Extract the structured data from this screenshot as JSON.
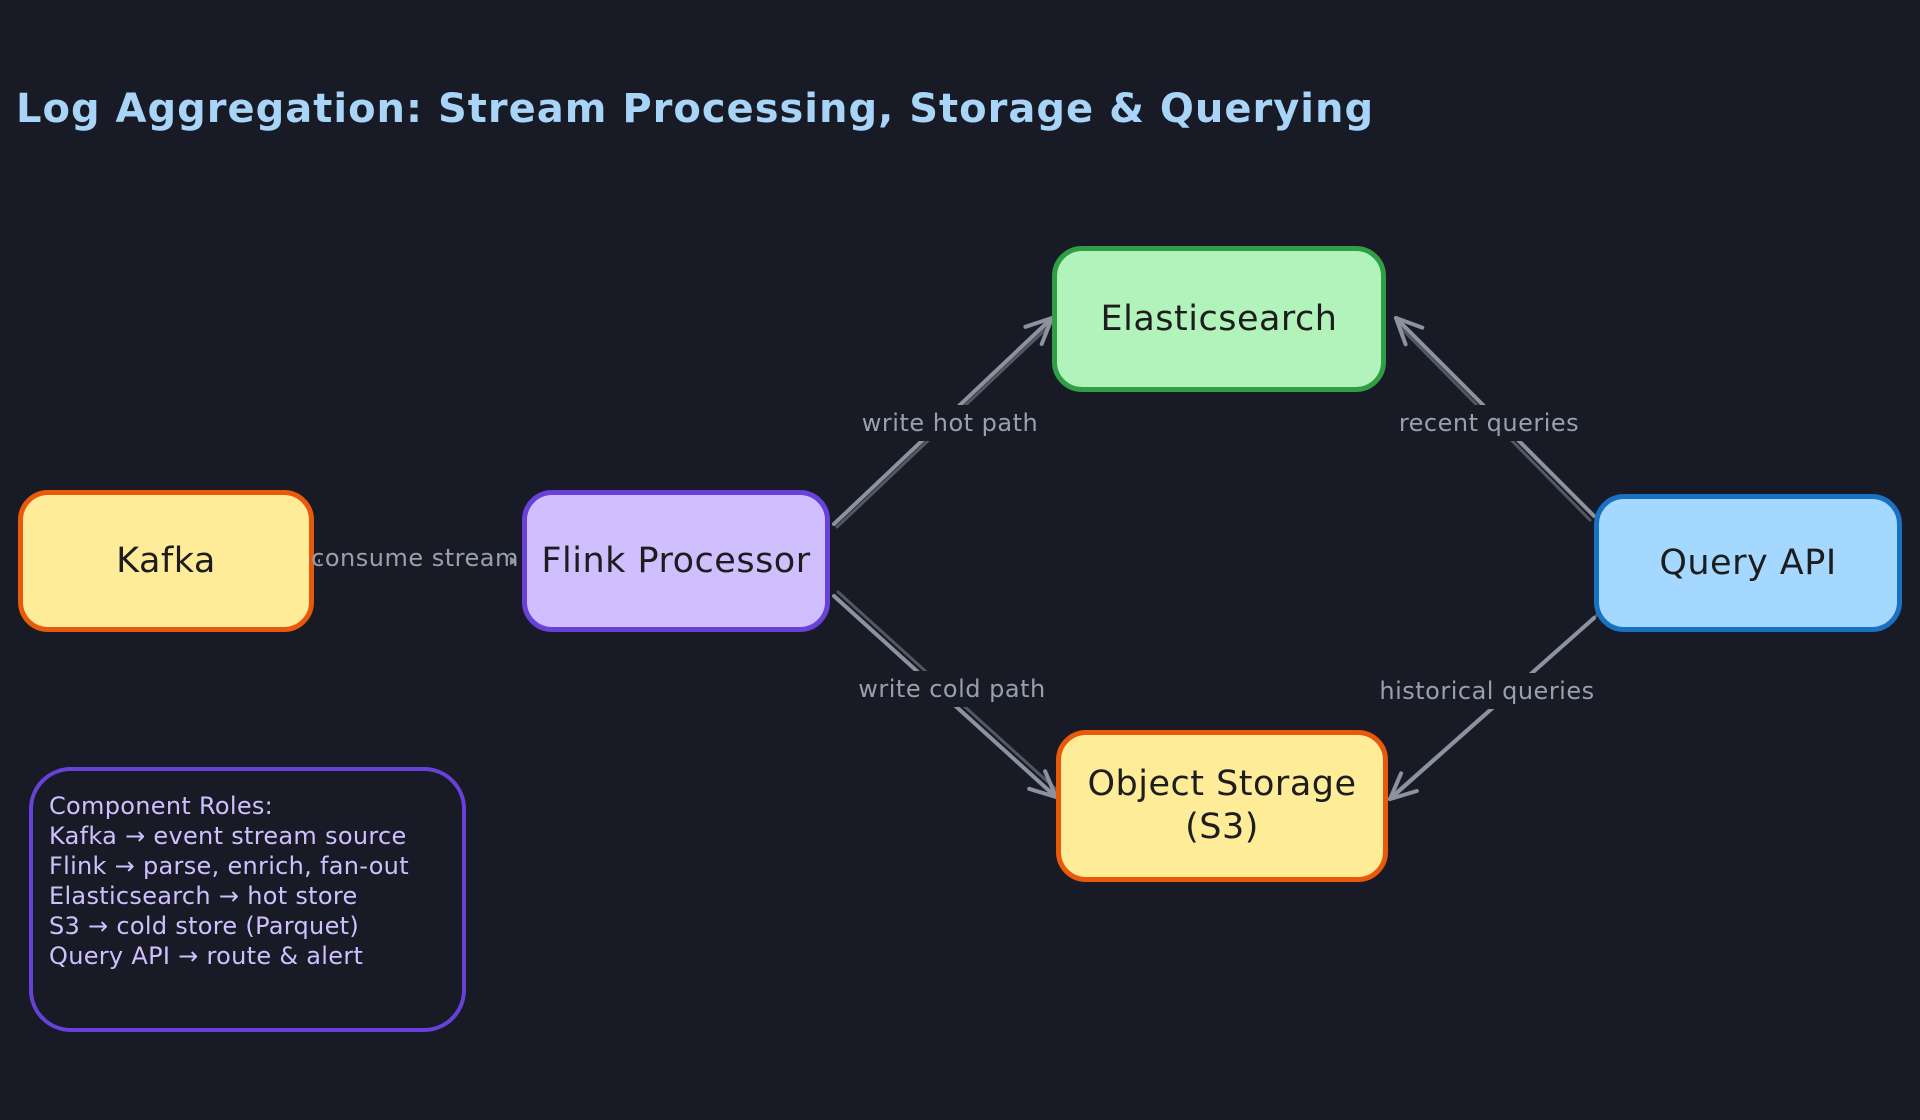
{
  "canvas": {
    "background": "#181b25"
  },
  "title": {
    "text": "Log Aggregation: Stream Processing, Storage & Querying",
    "color": "#a7d4f7"
  },
  "nodes": {
    "kafka": {
      "label": "Kafka",
      "fill": "#ffec99",
      "stroke": "#e8590c"
    },
    "flink": {
      "label": "Flink Processor",
      "fill": "#d0bfff",
      "stroke": "#6741d9"
    },
    "elasticsearch": {
      "label": "Elasticsearch",
      "fill": "#b2f2bb",
      "stroke": "#2f9e44"
    },
    "object_storage": {
      "label": "Object Storage",
      "label2": "(S3)",
      "fill": "#ffec99",
      "stroke": "#e8590c"
    },
    "query_api": {
      "label": "Query API",
      "fill": "#a5d8ff",
      "stroke": "#1971c2"
    }
  },
  "edges": {
    "color": "#8d939e",
    "label_color": "#98a0ac",
    "consume": {
      "label": "consume stream"
    },
    "hot": {
      "label": "write hot path"
    },
    "cold": {
      "label": "write cold path"
    },
    "recent": {
      "label": "recent queries"
    },
    "historical": {
      "label": "historical queries"
    }
  },
  "note": {
    "stroke": "#6741d9",
    "text_color": "#d0bfff",
    "heading": "Component Roles:",
    "lines": [
      "Kafka → event stream source",
      "Flink → parse, enrich, fan-out",
      "Elasticsearch → hot store",
      "S3 → cold store (Parquet)",
      "Query API → route & alert"
    ]
  }
}
